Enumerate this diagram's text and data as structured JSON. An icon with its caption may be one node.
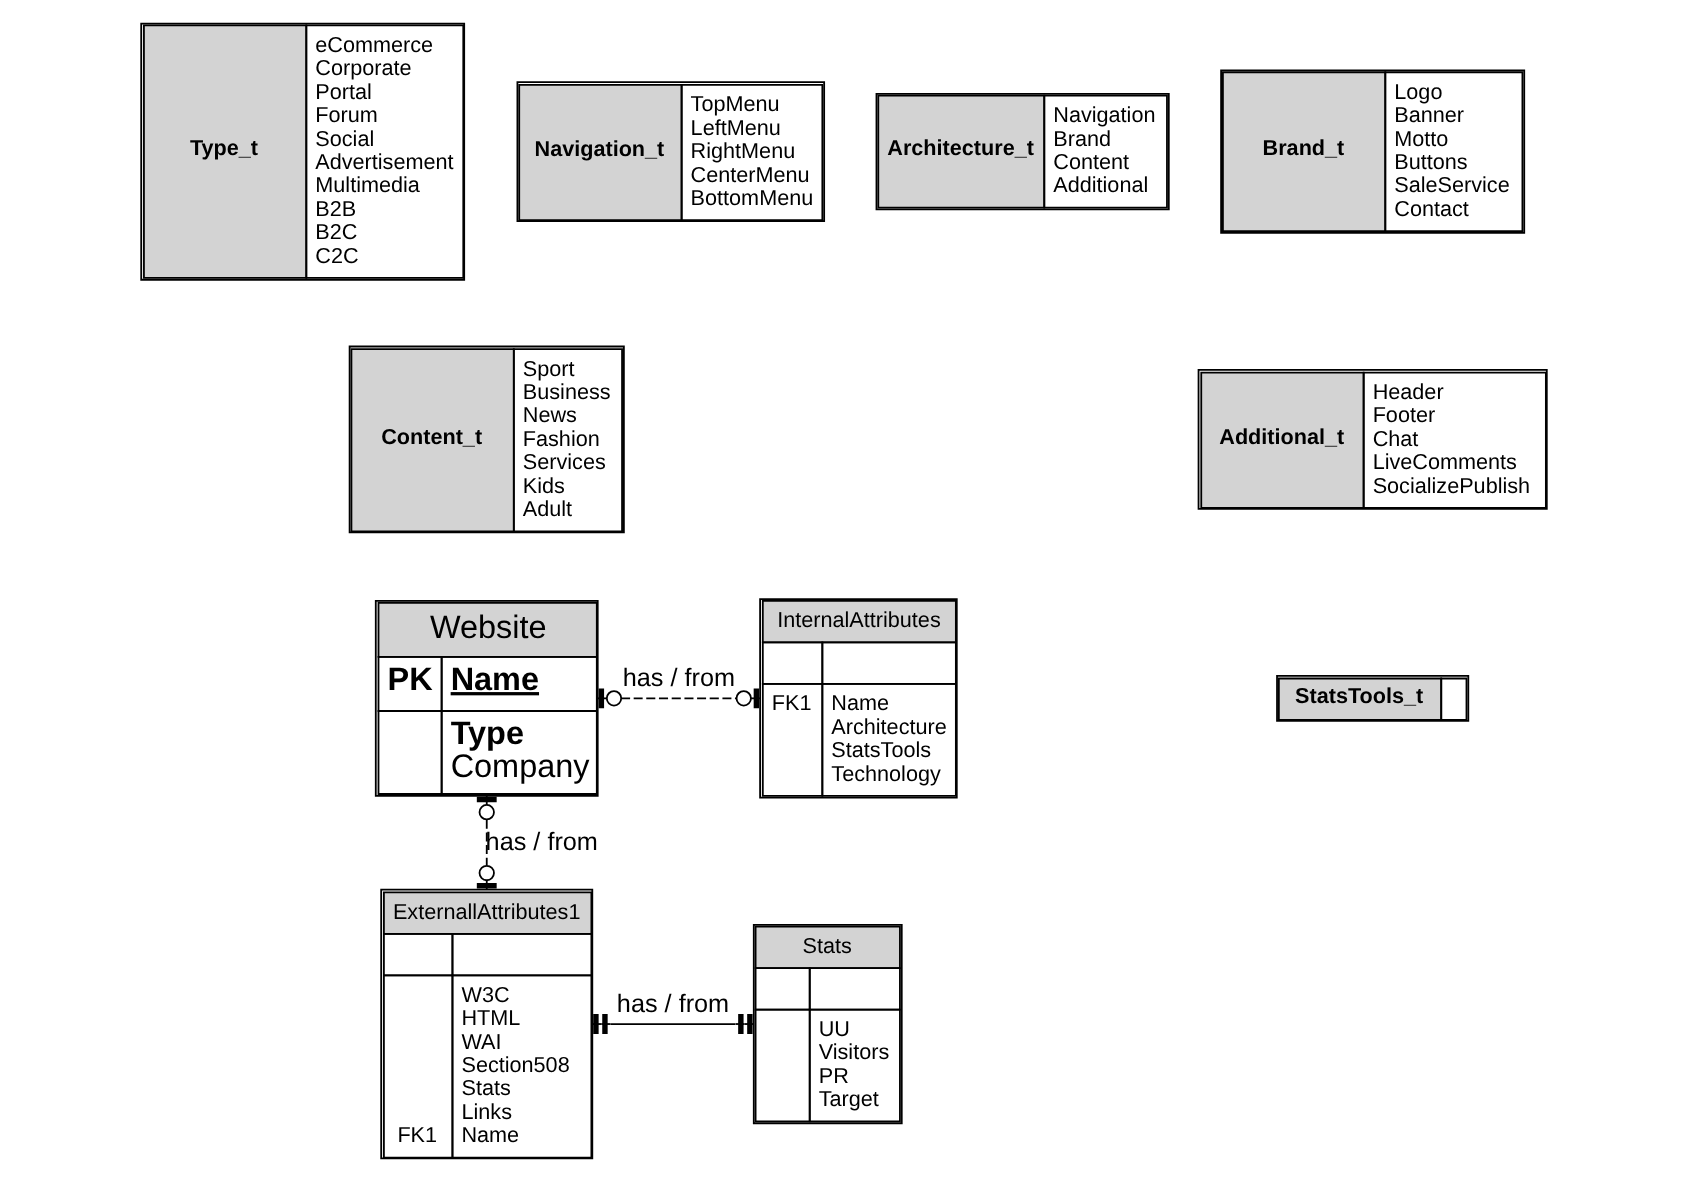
{
  "diagram": {
    "nodes": [
      {
        "text": [
          "Type_t",
          "eCommerce",
          "Corporate",
          "Portal",
          "Forum",
          "Social",
          "Advertisement",
          "Multimedia",
          "B2B",
          "B2C",
          "C2C"
        ]
      },
      {
        "text": [
          "Architecture_t",
          "Navigation",
          "Brand",
          "Content",
          "Additional"
        ]
      },
      {
        "text": [
          "Navigation_t",
          "TopMenu",
          "LeftMenu",
          "RightMenu",
          "CenterMenu",
          "BottomMenu"
        ]
      },
      {
        "text": [
          "Brand_t",
          "Logo",
          "Banner",
          "Motto",
          "Buttons",
          "SaleService",
          "Contact"
        ]
      },
      {
        "text": [
          "Content_t",
          "Sport",
          "Business",
          "News",
          "Fashion",
          "Services",
          "Kids",
          "Adult"
        ]
      },
      {
        "text": [
          "Additional_t",
          "Header",
          "Footer",
          "Chat",
          "LiveComments",
          "SocializePublish"
        ]
      },
      {
        "text": [
          "Website",
          "PK",
          "Name",
          "Type",
          "Company"
        ]
      },
      {
        "text": [
          "InternalAttributes",
          "FK1",
          "Name",
          "Architecture",
          "StatsTools",
          "Technology"
        ]
      },
      {
        "text": [
          "StatsTools_t"
        ]
      },
      {
        "text": [
          "ExternallAttributes1",
          "W3C",
          "HTML",
          "WAI",
          "Section508",
          "Stats",
          "Links",
          "FK1",
          "Name"
        ]
      },
      {
        "text": [
          "Stats",
          "UU",
          "Visitors",
          "PR",
          "Target"
        ]
      }
    ],
    "edges": [
      {
        "from": 6,
        "to": 7,
        "label": "has / from",
        "arrow": "other",
        "style": "dashed"
      },
      {
        "from": 6,
        "to": 9,
        "label": "has / from",
        "arrow": "other",
        "style": "dashed"
      },
      {
        "from": 9,
        "to": 10,
        "label": "has / from",
        "arrow": "other"
      }
    ]
  }
}
